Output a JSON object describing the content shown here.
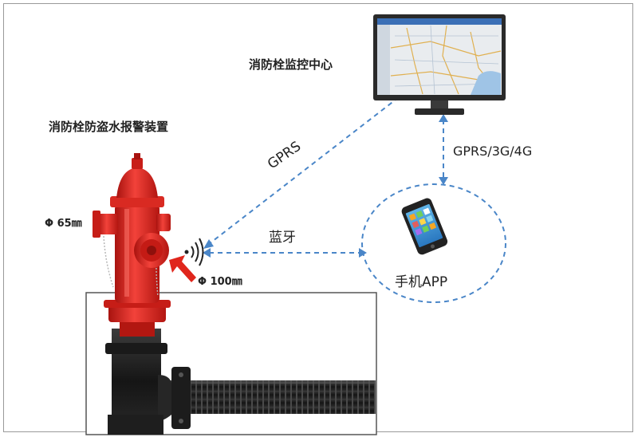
{
  "labels": {
    "monitor_center": "消防栓监控中心",
    "device": "消防栓防盗水报警装置",
    "gprs": "GPRS",
    "gprs_3g_4g": "GPRS/3G/4G",
    "bluetooth": "蓝牙",
    "mobile_app": "手机APP",
    "dim_65": "Φ 65㎜",
    "dim_100": "Φ 100㎜"
  },
  "colors": {
    "hydrant_red": "#e32b25",
    "dashed_line": "#4a86c8",
    "pipe_black": "#1d1d1d",
    "arrow_red": "#e0261c"
  }
}
